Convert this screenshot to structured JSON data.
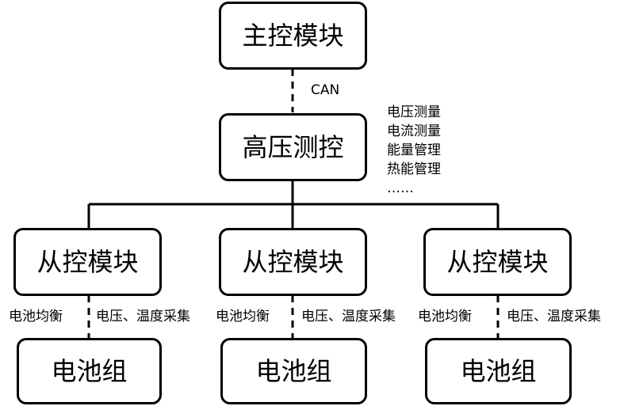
{
  "main": {
    "label": "主控模块"
  },
  "link_main_hv": {
    "label": "CAN"
  },
  "hv": {
    "label": "高压测控",
    "functions": [
      "电压测量",
      "电流测量",
      "能量管理",
      "热能管理",
      "……"
    ]
  },
  "slaves": [
    {
      "label": "从控模块",
      "left_link": "电池均衡",
      "right_link": "电压、温度采集",
      "pack": "电池组"
    },
    {
      "label": "从控模块",
      "left_link": "电池均衡",
      "right_link": "电压、温度采集",
      "pack": "电池组"
    },
    {
      "label": "从控模块",
      "left_link": "电池均衡",
      "right_link": "电压、温度采集",
      "pack": "电池组"
    }
  ]
}
